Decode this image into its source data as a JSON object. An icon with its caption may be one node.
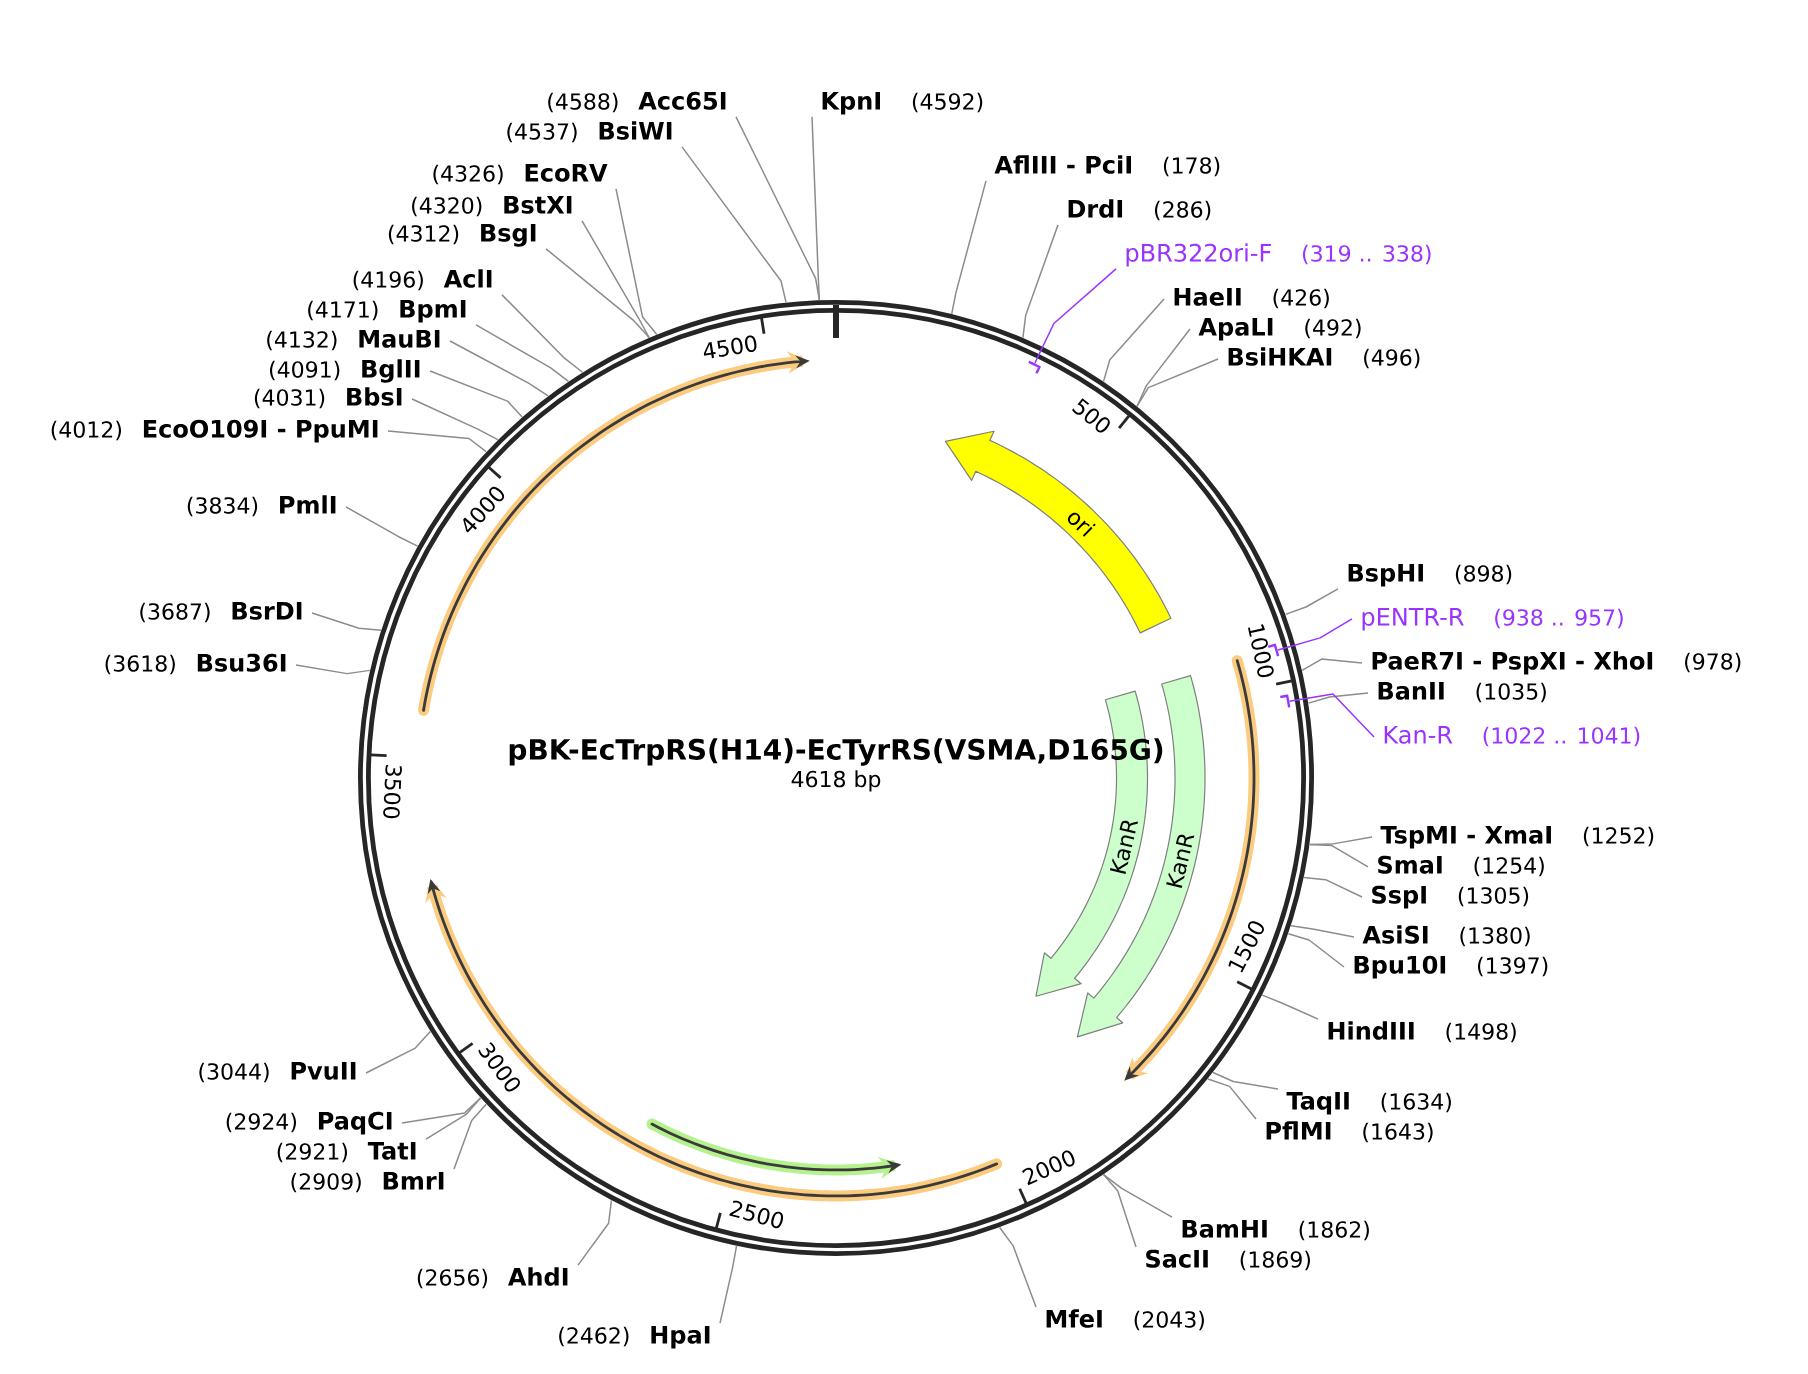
{
  "diagram": {
    "nodes": [
      {
        "text": [
          "pBK-EcTrpRS(H14)-EcTyrRS(VSMA,D165G)",
          "4618 bp"
        ]
      },
      {
        "text": [
          "ori"
        ],
        "in": 0
      },
      {
        "text": [
          "KanR"
        ],
        "in": 0
      },
      {
        "text": [
          "KanR"
        ],
        "in": 0
      },
      {
        "text": [],
        "shape": "arc",
        "in": 0
      },
      {
        "text": [],
        "shape": "arc",
        "in": 0
      },
      {
        "text": [],
        "shape": "arc",
        "in": 0
      },
      {
        "text": [],
        "shape": "arc",
        "in": 6
      },
      {
        "text": [],
        "shape": "arc",
        "in": 0
      },
      {
        "text": [],
        "shape": "arc",
        "in": 0
      },
      {
        "text": [],
        "shape": "arc",
        "in": 0
      },
      {
        "text": [
          "AflIII - PciI",
          "(178)"
        ]
      },
      {
        "text": [
          "DrdI",
          "(286)"
        ]
      },
      {
        "text": [
          "pBR322ori-F",
          "(319 .. 338)"
        ]
      },
      {
        "text": [
          "HaeII",
          "(426)"
        ]
      },
      {
        "text": [
          "ApaLI",
          "(492)"
        ]
      },
      {
        "text": [
          "BsiHKAI",
          "(496)"
        ]
      },
      {
        "text": [
          "BspHI",
          "(898)"
        ]
      },
      {
        "text": [
          "pENTR-R",
          "(938 .. 957)"
        ]
      },
      {
        "text": [
          "PaeR7I - PspXI - XhoI",
          "(978)"
        ]
      },
      {
        "text": [
          "BanII",
          "(1035)"
        ]
      },
      {
        "text": [
          "Kan-R",
          "(1022 .. 1041)"
        ]
      },
      {
        "text": [
          "TspMI - XmaI",
          "(1252)"
        ]
      },
      {
        "text": [
          "SmaI",
          "(1254)"
        ]
      },
      {
        "text": [
          "SspI",
          "(1305)"
        ]
      },
      {
        "text": [
          "AsiSI",
          "(1380)"
        ]
      },
      {
        "text": [
          "Bpu10I",
          "(1397)"
        ]
      },
      {
        "text": [
          "HindIII",
          "(1498)"
        ]
      },
      {
        "text": [
          "TaqII",
          "(1634)"
        ]
      },
      {
        "text": [
          "PflMI",
          "(1643)"
        ]
      },
      {
        "text": [
          "BamHI",
          "(1862)"
        ]
      },
      {
        "text": [
          "SacII",
          "(1869)"
        ]
      },
      {
        "text": [
          "MfeI",
          "(2043)"
        ]
      },
      {
        "text": [
          "(2462)",
          "HpaI"
        ]
      },
      {
        "text": [
          "(2656)",
          "AhdI"
        ]
      },
      {
        "text": [
          "(2909)",
          "BmrI"
        ]
      },
      {
        "text": [
          "(2921)",
          "TatI"
        ]
      },
      {
        "text": [
          "(2924)",
          "PaqCI"
        ]
      },
      {
        "text": [
          "(3044)",
          "PvuII"
        ]
      },
      {
        "text": [
          "(3618)",
          "Bsu36I"
        ]
      },
      {
        "text": [
          "(3687)",
          "BsrDI"
        ]
      },
      {
        "text": [
          "(3834)",
          "PmlI"
        ]
      },
      {
        "text": [
          "(4012)",
          "EcoO109I - PpuMI"
        ]
      },
      {
        "text": [
          "(4031)",
          "BbsI"
        ]
      },
      {
        "text": [
          "(4091)",
          "BglII"
        ]
      },
      {
        "text": [
          "(4132)",
          "MauBI"
        ]
      },
      {
        "text": [
          "(4171)",
          "BpmI"
        ]
      },
      {
        "text": [
          "(4196)",
          "AclI"
        ]
      },
      {
        "text": [
          "(4312)",
          "BsgI"
        ]
      },
      {
        "text": [
          "(4320)",
          "BstXI"
        ]
      },
      {
        "text": [
          "(4326)",
          "EcoRV"
        ]
      },
      {
        "text": [
          "(4537)",
          "BsiWI"
        ]
      },
      {
        "text": [
          "(4588)",
          "Acc65I"
        ]
      },
      {
        "text": [
          "KpnI",
          "(4592)"
        ]
      }
    ],
    "edges": [
      {
        "from": 11,
        "to": 0,
        "arrow": "none"
      },
      {
        "from": 12,
        "to": 0,
        "arrow": "none"
      },
      {
        "from": 13,
        "to": 8,
        "arrow": "none",
        "color": "#9933ff"
      },
      {
        "from": 14,
        "to": 0,
        "arrow": "none"
      },
      {
        "from": 15,
        "to": 0,
        "arrow": "none"
      },
      {
        "from": 16,
        "to": 0,
        "arrow": "none"
      },
      {
        "from": 17,
        "to": 0,
        "arrow": "none"
      },
      {
        "from": 18,
        "to": 9,
        "arrow": "none",
        "color": "#9933ff"
      },
      {
        "from": 19,
        "to": 0,
        "arrow": "none"
      },
      {
        "from": 20,
        "to": 0,
        "arrow": "none"
      },
      {
        "from": 21,
        "to": 10,
        "arrow": "none",
        "color": "#9933ff"
      },
      {
        "from": 22,
        "to": 0,
        "arrow": "none"
      },
      {
        "from": 23,
        "to": 0,
        "arrow": "none"
      },
      {
        "from": 24,
        "to": 0,
        "arrow": "none"
      },
      {
        "from": 25,
        "to": 0,
        "arrow": "none"
      },
      {
        "from": 26,
        "to": 0,
        "arrow": "none"
      },
      {
        "from": 27,
        "to": 0,
        "arrow": "none"
      },
      {
        "from": 28,
        "to": 0,
        "arrow": "none"
      },
      {
        "from": 29,
        "to": 0,
        "arrow": "none"
      },
      {
        "from": 30,
        "to": 0,
        "arrow": "none"
      },
      {
        "from": 31,
        "to": 0,
        "arrow": "none"
      },
      {
        "from": 32,
        "to": 0,
        "arrow": "none"
      },
      {
        "from": 33,
        "to": 0,
        "arrow": "none"
      },
      {
        "from": 34,
        "to": 0,
        "arrow": "none"
      },
      {
        "from": 35,
        "to": 0,
        "arrow": "none"
      },
      {
        "from": 36,
        "to": 0,
        "arrow": "none"
      },
      {
        "from": 37,
        "to": 0,
        "arrow": "none"
      },
      {
        "from": 38,
        "to": 0,
        "arrow": "none"
      },
      {
        "from": 39,
        "to": 0,
        "arrow": "none"
      },
      {
        "from": 40,
        "to": 0,
        "arrow": "none"
      },
      {
        "from": 41,
        "to": 0,
        "arrow": "none"
      },
      {
        "from": 42,
        "to": 0,
        "arrow": "none"
      },
      {
        "from": 43,
        "to": 0,
        "arrow": "none"
      },
      {
        "from": 44,
        "to": 0,
        "arrow": "none"
      },
      {
        "from": 45,
        "to": 0,
        "arrow": "none"
      },
      {
        "from": 46,
        "to": 0,
        "arrow": "none"
      },
      {
        "from": 47,
        "to": 0,
        "arrow": "none"
      },
      {
        "from": 48,
        "to": 0,
        "arrow": "none"
      },
      {
        "from": 49,
        "to": 0,
        "arrow": "none"
      },
      {
        "from": 50,
        "to": 0,
        "arrow": "none"
      },
      {
        "from": 51,
        "to": 0,
        "arrow": "none"
      },
      {
        "from": 52,
        "to": 0,
        "arrow": "none"
      },
      {
        "from": 53,
        "to": 0,
        "arrow": "none"
      }
    ],
    "labels": [
      "500",
      "1000",
      "1500",
      "2000",
      "2500",
      "3000",
      "3500",
      "4000",
      "4500"
    ]
  }
}
